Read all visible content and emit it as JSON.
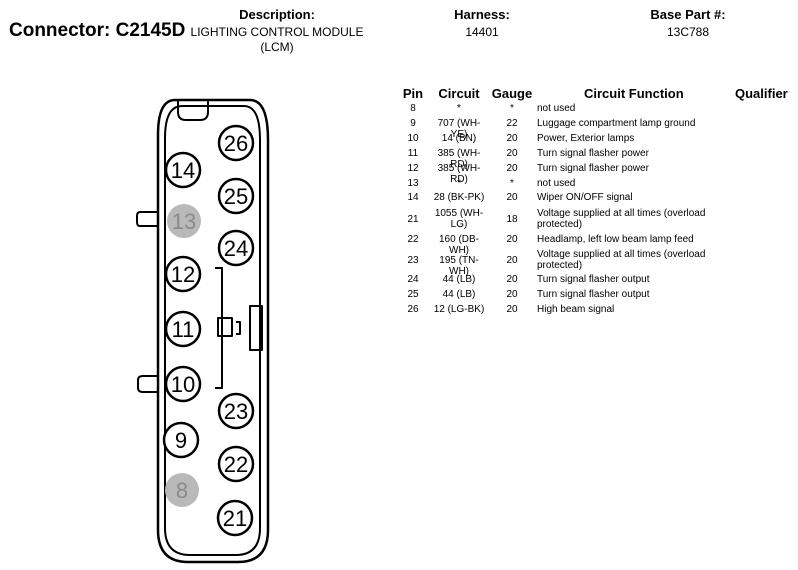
{
  "header": {
    "connector_label": "Connector:",
    "connector_id": "C2145D",
    "description_label": "Description:",
    "description_line1": "LIGHTING CONTROL MODULE",
    "description_line2": "(LCM)",
    "harness_label": "Harness:",
    "harness_value": "14401",
    "base_part_label": "Base Part #:",
    "base_part_value": "13C788"
  },
  "table": {
    "headers": {
      "pin": "Pin",
      "circuit": "Circuit",
      "gauge": "Gauge",
      "function": "Circuit Function",
      "qualifier": "Qualifier"
    },
    "rows": [
      {
        "pin": "8",
        "circuit": "*",
        "gauge": "*",
        "function": "not used"
      },
      {
        "pin": "9",
        "circuit": "707 (WH-YE)",
        "gauge": "22",
        "function": "Luggage compartment lamp ground"
      },
      {
        "pin": "10",
        "circuit": "14 (BN)",
        "gauge": "20",
        "function": "Power, Exterior lamps"
      },
      {
        "pin": "11",
        "circuit": "385 (WH-RD)",
        "gauge": "20",
        "function": "Turn signal flasher power"
      },
      {
        "pin": "12",
        "circuit": "385 (WH-RD)",
        "gauge": "20",
        "function": "Turn signal flasher power"
      },
      {
        "pin": "13",
        "circuit": "*",
        "gauge": "*",
        "function": "not used"
      },
      {
        "pin": "14",
        "circuit": "28 (BK-PK)",
        "gauge": "20",
        "function": "Wiper ON/OFF signal"
      },
      {
        "pin": "21",
        "circuit": "1055 (WH-LG)",
        "circuit_l1": "1055 (WH-",
        "circuit_l2": "LG)",
        "gauge": "18",
        "function": "Voltage supplied at all times (overload protected)",
        "function_l1": "Voltage supplied at all times (overload",
        "function_l2": "protected)"
      },
      {
        "pin": "22",
        "circuit": "160 (DB-WH)",
        "gauge": "20",
        "function": "Headlamp, left low beam lamp feed"
      },
      {
        "pin": "23",
        "circuit": "195 (TN-WH)",
        "gauge": "20",
        "function": "Voltage supplied at all times (overload protected)",
        "function_l1": "Voltage supplied at all times (overload",
        "function_l2": "protected)"
      },
      {
        "pin": "24",
        "circuit": "44 (LB)",
        "gauge": "20",
        "function": "Turn signal flasher output"
      },
      {
        "pin": "25",
        "circuit": "44 (LB)",
        "gauge": "20",
        "function": "Turn signal flasher output"
      },
      {
        "pin": "26",
        "circuit": "12 (LG-BK)",
        "gauge": "20",
        "function": "High beam signal"
      }
    ]
  },
  "connector_pins": [
    {
      "label": "26",
      "state": "used"
    },
    {
      "label": "14",
      "state": "used"
    },
    {
      "label": "25",
      "state": "used"
    },
    {
      "label": "13",
      "state": "unused"
    },
    {
      "label": "24",
      "state": "used"
    },
    {
      "label": "12",
      "state": "used"
    },
    {
      "label": "11",
      "state": "used"
    },
    {
      "label": "10",
      "state": "used"
    },
    {
      "label": "23",
      "state": "used"
    },
    {
      "label": "9",
      "state": "used"
    },
    {
      "label": "22",
      "state": "used"
    },
    {
      "label": "8",
      "state": "unused"
    },
    {
      "label": "21",
      "state": "used"
    }
  ],
  "colors": {
    "unused_pin_fill": "#b9b9b9",
    "unused_pin_text": "#8a8a8a"
  }
}
